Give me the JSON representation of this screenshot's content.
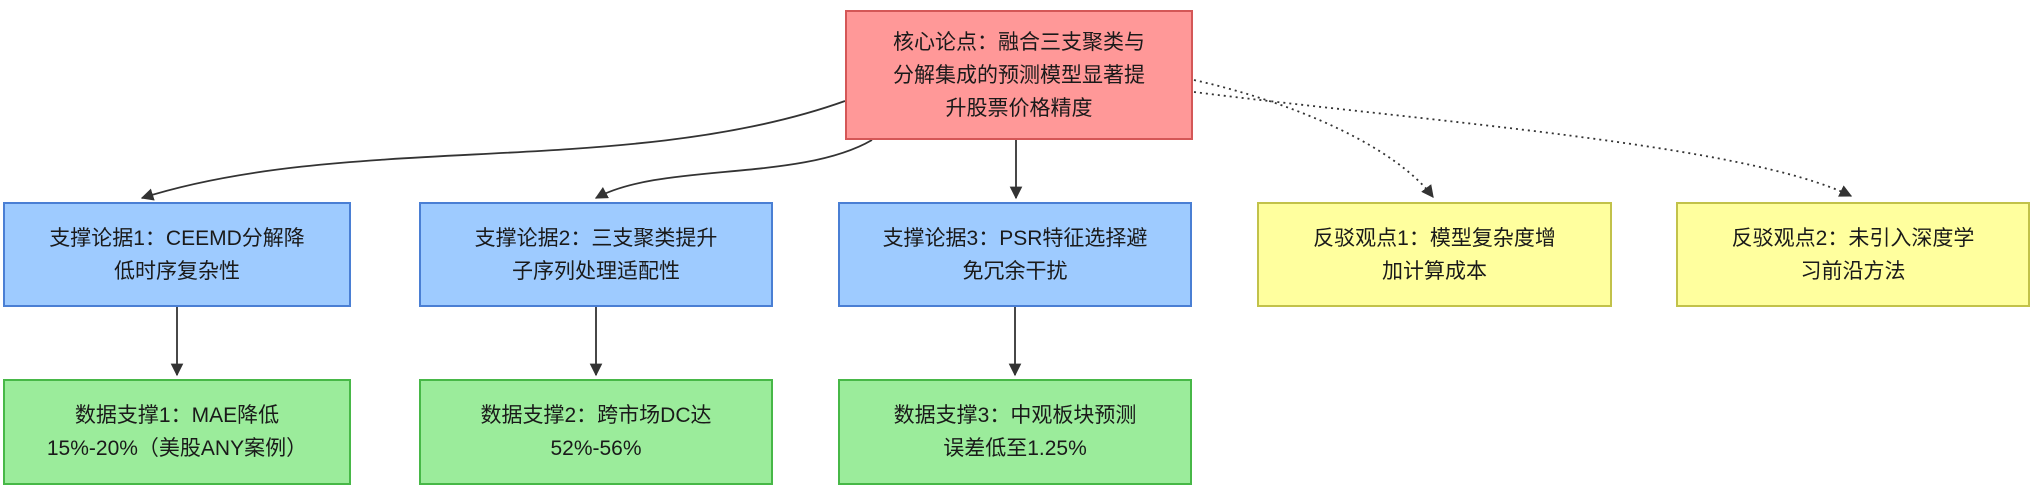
{
  "diagram": {
    "core": {
      "lines": [
        "核心论点：融合三支聚类与",
        "分解集成的预测模型显著提",
        "升股票价格精度"
      ]
    },
    "supports": [
      {
        "lines": [
          "支撑论据1：CEEMD分解降",
          "低时序复杂性"
        ]
      },
      {
        "lines": [
          "支撑论据2：三支聚类提升",
          "子序列处理适配性"
        ]
      },
      {
        "lines": [
          "支撑论据3：PSR特征选择避",
          "免冗余干扰"
        ]
      }
    ],
    "rebuttals": [
      {
        "lines": [
          "反驳观点1：模型复杂度增",
          "加计算成本"
        ]
      },
      {
        "lines": [
          "反驳观点2：未引入深度学",
          "习前沿方法"
        ]
      }
    ],
    "evidence": [
      {
        "lines": [
          "数据支撑1：MAE降低",
          "15%-20%（美股ANY案例）"
        ]
      },
      {
        "lines": [
          "数据支撑2：跨市场DC达",
          "52%-56%"
        ]
      },
      {
        "lines": [
          "数据支撑3：中观板块预测",
          "误差低至1.25%"
        ]
      }
    ],
    "colors": {
      "core_fill": "#ff9898",
      "core_border": "#d45757",
      "support_fill": "#9ecbff",
      "support_border": "#4a7fd4",
      "rebuttal_fill": "#ffff9e",
      "rebuttal_border": "#c2c24a",
      "evidence_fill": "#9bec9b",
      "evidence_border": "#47b847",
      "arrow": "#333333"
    }
  }
}
